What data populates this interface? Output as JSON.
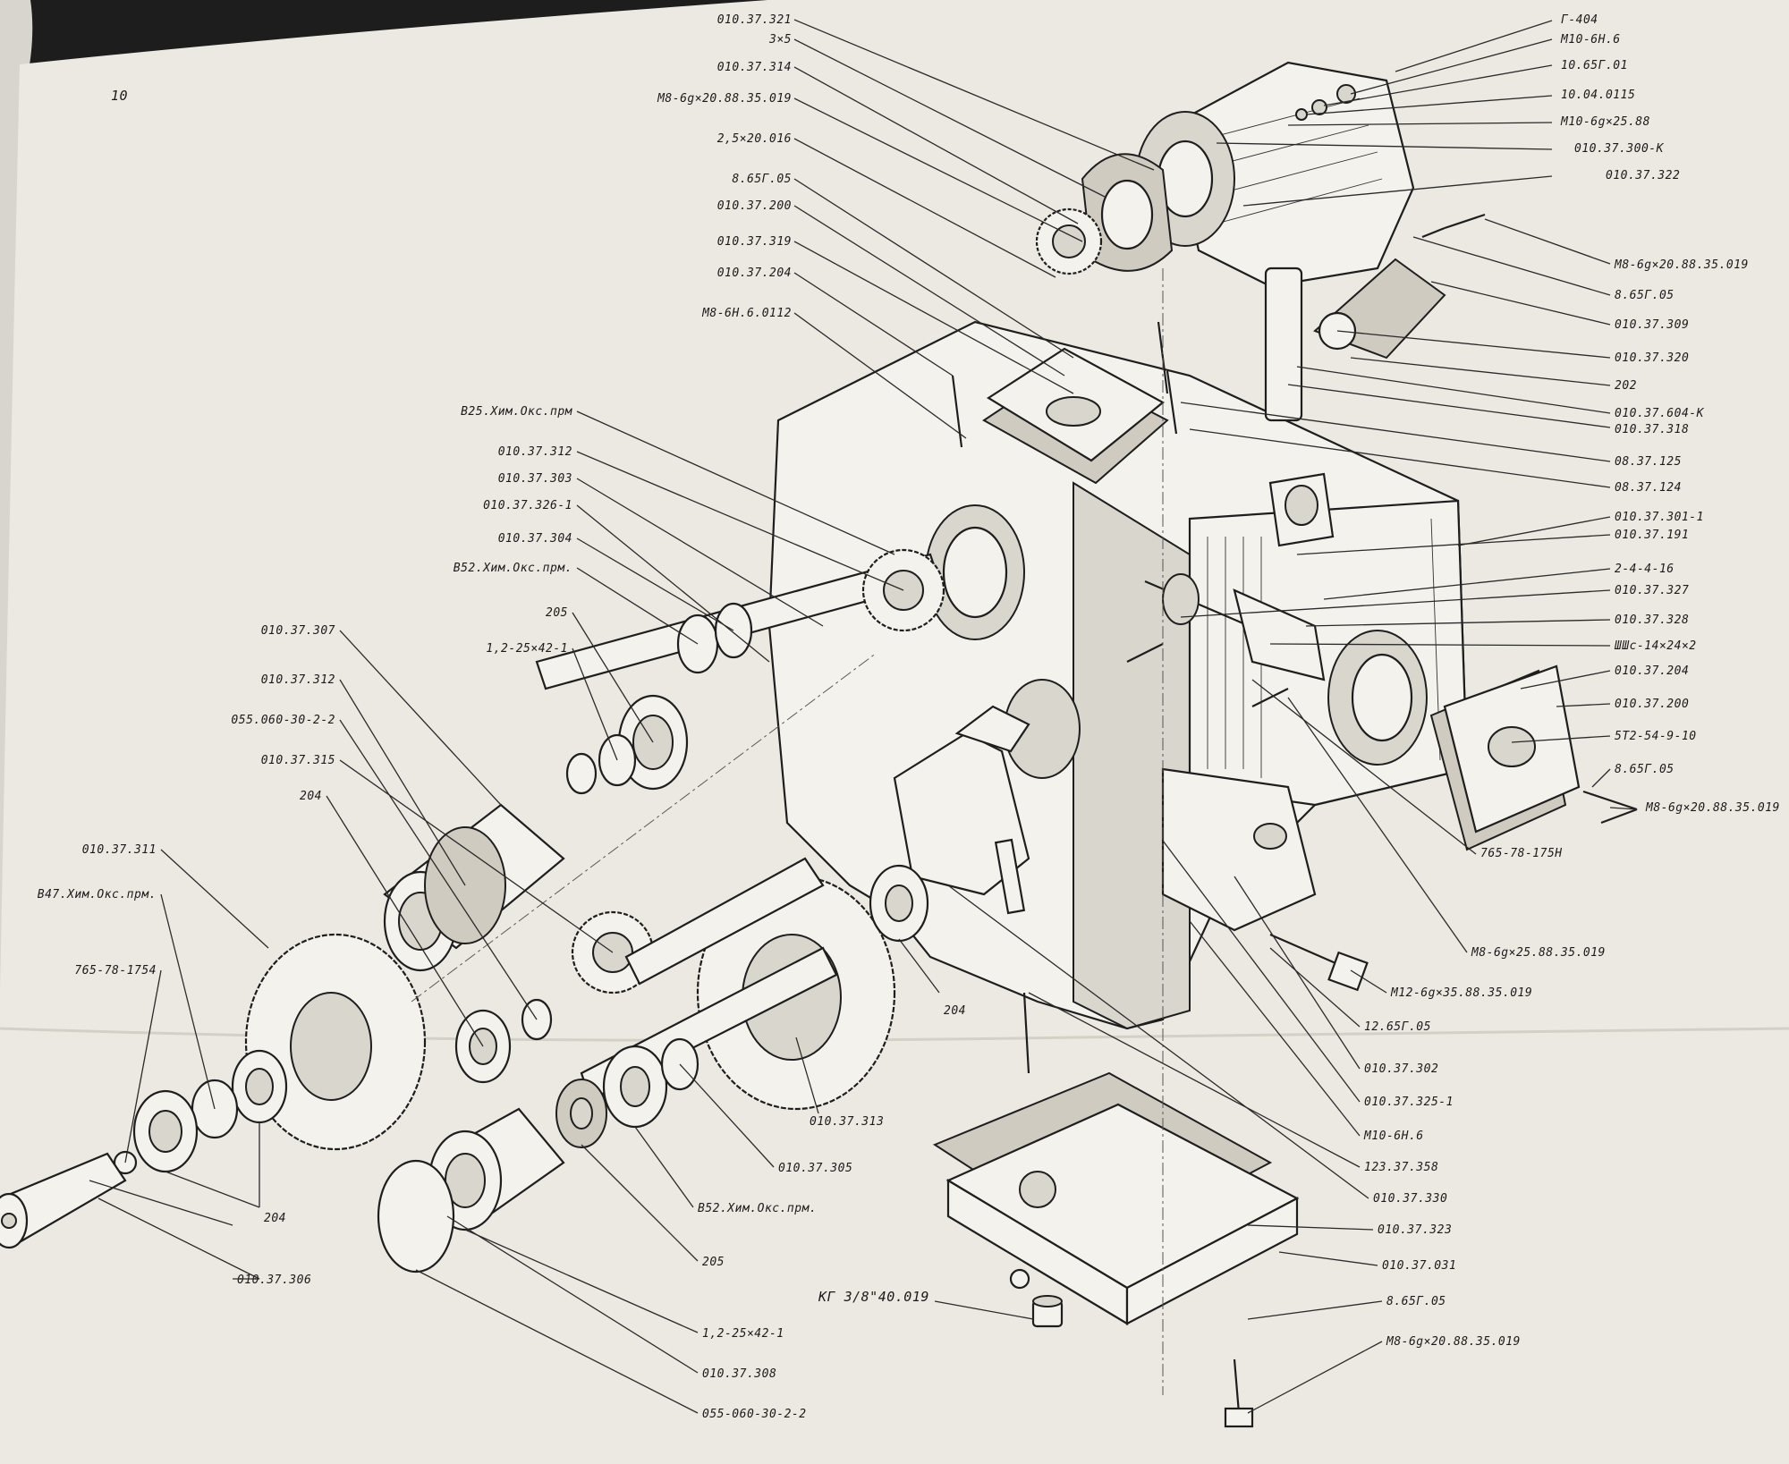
{
  "page_number": "10",
  "colors": {
    "paper": "#ece9e2",
    "ink": "#1e1e1e",
    "background": "#1d1d1d"
  },
  "labels": {
    "p_g404": "Г-404",
    "p_m10bn6_top": "М10-6Н.6",
    "p_10_65g01": "10.65Г.01",
    "p_10_04_0115": "10.04.0115",
    "p_m10_25": "М10-6g×25.88",
    "p_010_37_300k": "010.37.300-К",
    "p_010_37_322": "010.37.322",
    "p_m8_rt1": "М8-6g×20.88.35.019",
    "p_8_65g05_rt1": "8.65Г.05",
    "p_010_37_309": "010.37.309",
    "p_010_37_320": "010.37.320",
    "p_202": "202",
    "p_010_37_604k": "010.37.604-К",
    "p_010_37_318": "010.37.318",
    "p_08_37_125": "08.37.125",
    "p_08_37_124": "08.37.124",
    "p_010_37_301_1": "010.37.301-1",
    "p_010_37_191": "010.37.191",
    "p_2_4_4_16": "2-4-4-16",
    "p_010_37_327": "010.37.327",
    "p_010_37_328": "010.37.328",
    "p_shsh": "ШШс-14×24×2",
    "p_010_37_204_rt": "010.37.204",
    "p_010_37_200_rt": "010.37.200",
    "p_5t2": "5Т2-54-9-10",
    "p_8_65g05_rt2": "8.65Г.05",
    "p_m8_rt2": "М8-6g×20.88.35.019",
    "p_765_78_1751": "765-78-175Н",
    "p_m8_25": "М8-6g×25.88.35.019",
    "p_m12": "М12-6g×35.88.35.019",
    "p_12_65g05": "12.65Г.05",
    "p_010_37_302": "010.37.302",
    "p_010_37_325_1_b": "010.37.325-1",
    "p_m10bn6_b": "М10-6Н.6",
    "p_123_37_358": "123.37.358",
    "p_010_37_330": "010.37.330",
    "p_010_37_323": "010.37.323",
    "p_010_37_031": "010.37.031",
    "p_8_65g05_b": "8.65Г.05",
    "p_m8_b": "М8-6g×20.88.35.019",
    "p_kg": "КГ 3/8\"40.019",
    "p_010_37_321": "010.37.321",
    "p_3x5": "3×5",
    "p_010_37_314": "010.37.314",
    "p_m8_top": "М8-6g×20.88.35.019",
    "p_2_5x20": "2,5×20.016",
    "p_8_65g05_top": "8.65Г.05",
    "p_010_37_200_top": "010.37.200",
    "p_010_37_319": "010.37.319",
    "p_010_37_204_top": "010.37.204",
    "p_m8_bn6": "М8-6Н.6.0112",
    "p_v25": "В25.Хим.Окс.прм",
    "p_010_37_312_a": "010.37.312",
    "p_010_37_303": "010.37.303",
    "p_010_37_326_1": "010.37.326-1",
    "p_010_37_304": "010.37.304",
    "p_v52_a": "В52.Хим.Окс.прм.",
    "p_205_a": "205",
    "p_12_25x42_a": "1,2-25×42-1",
    "p_010_37_307": "010.37.307",
    "p_010_37_312_b": "010.37.312",
    "p_055_a": "055.060-30-2-2",
    "p_010_37_315": "010.37.315",
    "p_204_a": "204",
    "p_010_37_311": "010.37.311",
    "p_v47": "В47.Хим.Окс.прм.",
    "p_765_78_1754": "765-78-1754",
    "p_204_b": "204",
    "p_010_37_306": "010.37.306",
    "p_204_c": "204",
    "p_010_37_313": "010.37.313",
    "p_010_37_305": "010.37.305",
    "p_v52_b": "В52.Хим.Окс.прм.",
    "p_205_b": "205",
    "p_12_25x42_b": "1,2-25×42-1",
    "p_010_37_308": "010.37.308",
    "p_055_b": "055-060-30-2-2"
  }
}
